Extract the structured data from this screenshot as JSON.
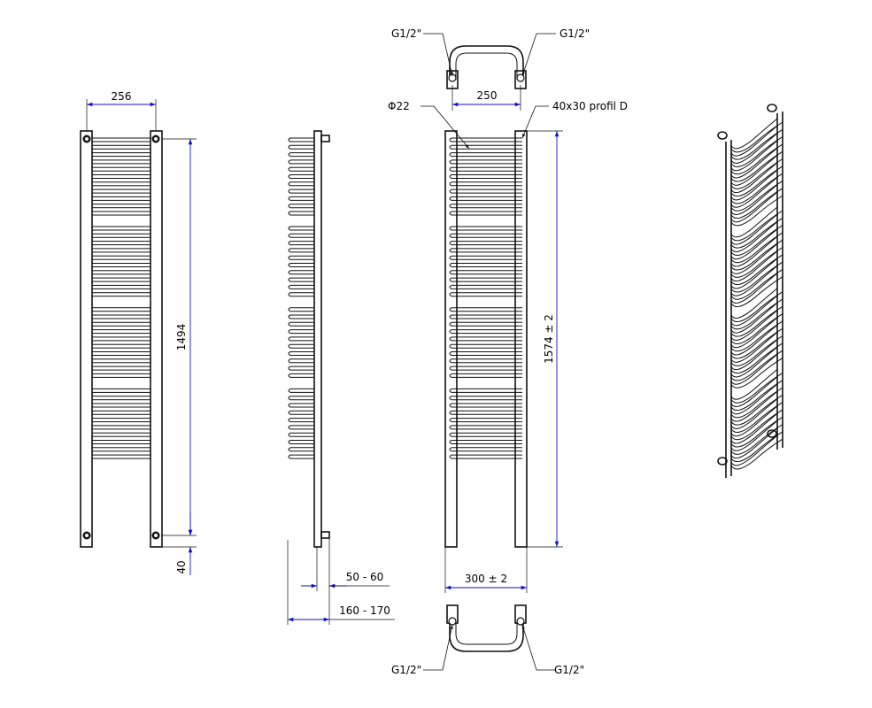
{
  "labels": {
    "front_width": "256",
    "front_height": "1494",
    "front_bottom": "40",
    "side_depth_small": "50 - 60",
    "side_depth_large": "160 - 170",
    "back_top_left": "G1/2\"",
    "back_top_right": "G1/2\"",
    "back_pipe_diam": "Φ22",
    "back_spacing": "250",
    "back_profile": "40x30 profil D",
    "back_height": "1574 ± 2",
    "back_width": "300 ± 2",
    "back_bottom_left": "G1/2\"",
    "back_bottom_right": "G1/2\""
  },
  "colors": {
    "line": "#111111",
    "dimension": "#1010c8",
    "background": "#ffffff"
  },
  "tube_groups": [
    {
      "name": "group-1",
      "count": 11
    },
    {
      "name": "group-2",
      "count": 10
    },
    {
      "name": "group-3",
      "count": 10
    },
    {
      "name": "group-4",
      "count": 10
    }
  ]
}
